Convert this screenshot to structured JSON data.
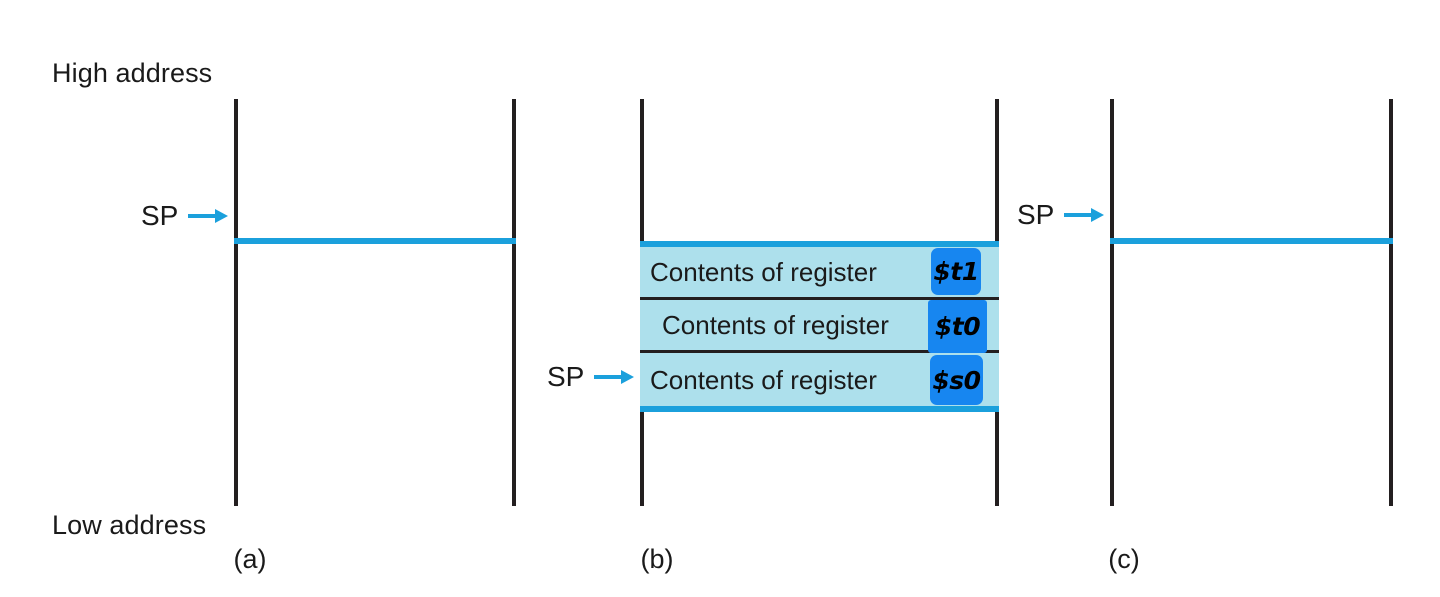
{
  "figure": {
    "axis_labels": {
      "high": "High address",
      "low": "Low address"
    },
    "sp_label": "SP"
  },
  "colors": {
    "wall": "#231f20",
    "sp_line": "#1ba0dc",
    "stack_fill": "#ade0ec",
    "chip_fill": "#1786f0",
    "text": "#1a1a1a"
  },
  "panels": [
    {
      "caption": "(a)",
      "sp_label": "SP",
      "rows": []
    },
    {
      "caption": "(b)",
      "sp_label": "SP",
      "rows": [
        {
          "text": "Contents of register",
          "register": "$t1"
        },
        {
          "text": "Contents of register",
          "register": "$t0"
        },
        {
          "text": "Contents of register",
          "register": "$s0"
        }
      ]
    },
    {
      "caption": "(c)",
      "sp_label": "SP",
      "rows": []
    }
  ]
}
